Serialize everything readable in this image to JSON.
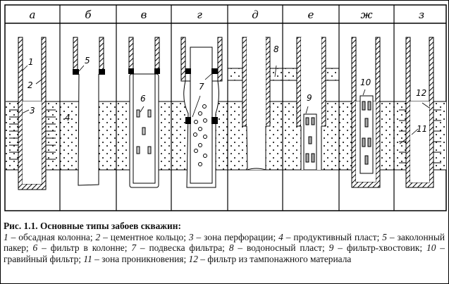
{
  "figure": {
    "columns": [
      "а",
      "б",
      "в",
      "г",
      "д",
      "е",
      "ж",
      "з"
    ],
    "callouts": [
      "1",
      "2",
      "3",
      "4",
      "5",
      "6",
      "7",
      "8",
      "9",
      "10",
      "11",
      "12"
    ]
  },
  "caption": {
    "title": "Рис. 1.1. Основные типы забоев скважин:",
    "items": [
      {
        "n": "1",
        "text": " – обсадная колонна; "
      },
      {
        "n": "2",
        "text": " – цементное кольцо; "
      },
      {
        "n": "3",
        "text": " – зона перфорации; "
      },
      {
        "n": "4",
        "text": " – продуктивный пласт; "
      },
      {
        "n": "5",
        "text": " – заколонный пакер; "
      },
      {
        "n": "6",
        "text": " – фильтр в колонне; "
      },
      {
        "n": "7",
        "text": " – подвеска фильтра; "
      },
      {
        "n": "8",
        "text": " – водоносный пласт; "
      },
      {
        "n": "9",
        "text": " – фильтр-хвостовик; "
      },
      {
        "n": "10",
        "text": " – гравийный фильтр; "
      },
      {
        "n": "11",
        "text": " – зона проникновения; "
      },
      {
        "n": "12",
        "text": " – фильтр из тампонажного материала"
      }
    ]
  }
}
